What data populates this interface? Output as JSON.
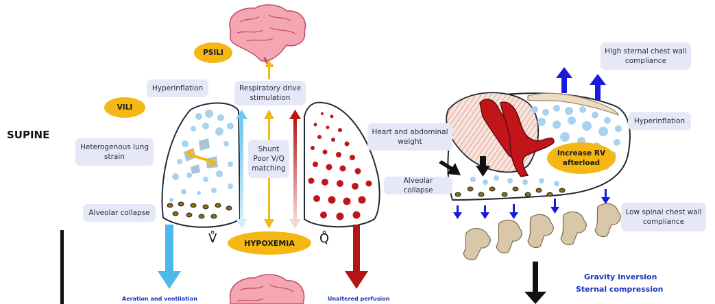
{
  "position_label": "SUPINE",
  "complications": {
    "psili": "PSILI",
    "vili": "VILI"
  },
  "labels": {
    "hyperinflation_left": "Hyperinflation",
    "respiratory_drive": "Respiratory drive\nstimulation",
    "heterogenous_strain": "Heterogenous lung\nstrain",
    "shunt": "Shunt\nPoor V/Q\nmatching",
    "alveolar_collapse_left": "Alveolar collapse",
    "heart_weight": "Heart and abdominal\nweight",
    "alveolar_collapse_right": "Alveolar collapse",
    "high_sternal": "High sternal chest wall\ncompliance",
    "hyperinflation_right": "Hyperinflation",
    "low_spinal": "Low spinal chest wall\ncompliance"
  },
  "symbols": {
    "ventilation": "V̊",
    "perfusion": "Q̊"
  },
  "hypoxemia": "HYPOXEMIA",
  "increase_rv": "Increase RV\nafterload",
  "footer": {
    "aeration": "Aeration and ventilation",
    "perfusion": "Unaltered perfusion",
    "gravity": "Gravity inversion",
    "sternal": "Sternal compression"
  },
  "colors": {
    "label_bg": "#e6e8f7",
    "pill": "#f4b713",
    "ventilation_blue": "#4fb8ea",
    "perfusion_red": "#b51414",
    "arrow_blue": "#1a1adb",
    "footer_blue": "#1a33b8",
    "brain_pink": "#f4a6b3",
    "alveolus_blue": "#a8d2ef"
  }
}
